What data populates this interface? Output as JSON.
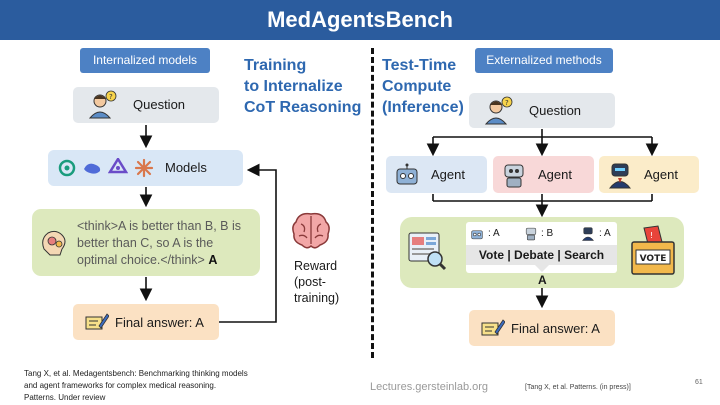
{
  "title": "MedAgentsBench",
  "left": {
    "tag": "Internalized models",
    "heading_line1": "Training",
    "heading_line2": "to Internalize",
    "heading_line3": "CoT Reasoning",
    "question": "Question",
    "models": "Models",
    "think_text": "<think>A is better than B, B is better than C, so A is the optimal choice.</think>",
    "think_answer": "A",
    "final_answer": "Final answer: A",
    "reward_line1": "Reward",
    "reward_line2": "(post-",
    "reward_line3": "training)"
  },
  "right": {
    "tag": "Externalized methods",
    "heading_line1": "Test-Time",
    "heading_line2": "Compute",
    "heading_line3": "(Inference)",
    "question": "Question",
    "agents": [
      "Agent",
      "Agent",
      "Agent"
    ],
    "votes": [
      ": A",
      ": B",
      ": A"
    ],
    "methods": "Vote | Debate | Search",
    "ballot_label": "VOTE",
    "result": "A",
    "final_answer": "Final answer: A"
  },
  "footer": {
    "citation_line1": "Tang X, et al. Medagentsbench: Benchmarking thinking models",
    "citation_line2": "and agent frameworks for complex medical reasoning.",
    "citation_line3": "Patterns. Under review",
    "website": "Lectures.gersteinlab.org",
    "reference": "[Tang X, et al. Patterns. (in press)]",
    "page_number": "61"
  }
}
